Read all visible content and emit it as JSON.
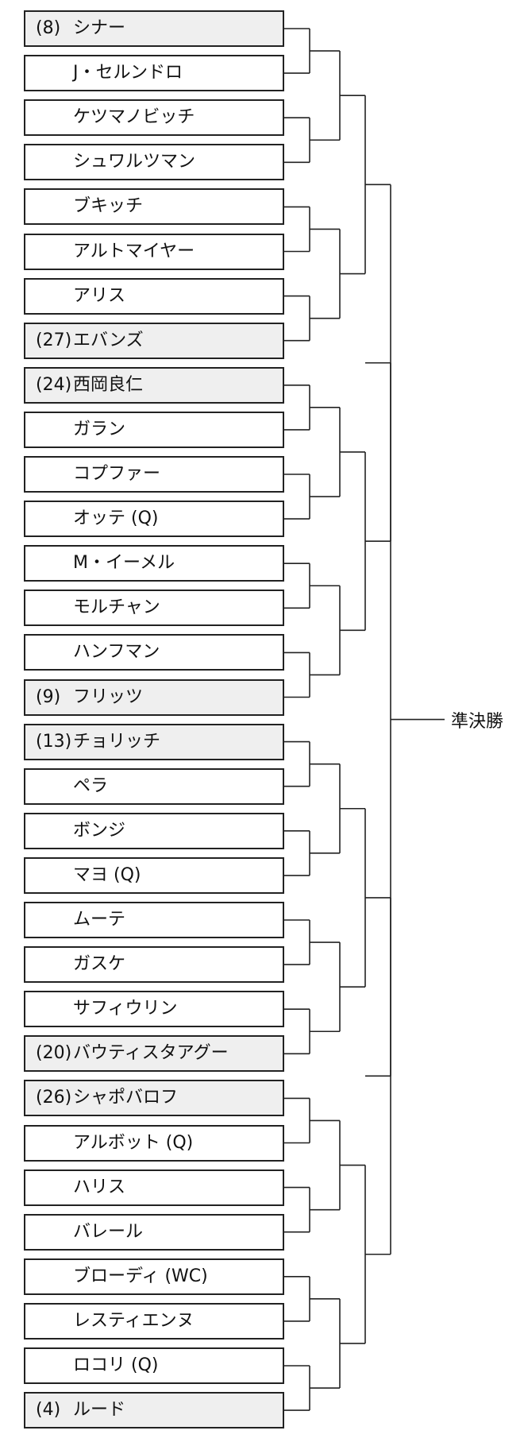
{
  "final_label": "準決勝",
  "players": [
    {
      "seed": "(8)",
      "name": "シナー",
      "seeded": true
    },
    {
      "seed": "",
      "name": "J・セルンドロ",
      "seeded": false
    },
    {
      "seed": "",
      "name": "ケツマノビッチ",
      "seeded": false
    },
    {
      "seed": "",
      "name": "シュワルツマン",
      "seeded": false
    },
    {
      "seed": "",
      "name": "ブキッチ",
      "seeded": false
    },
    {
      "seed": "",
      "name": "アルトマイヤー",
      "seeded": false
    },
    {
      "seed": "",
      "name": "アリス",
      "seeded": false
    },
    {
      "seed": "(27)",
      "name": "エバンズ",
      "seeded": true
    },
    {
      "seed": "(24)",
      "name": "西岡良仁",
      "seeded": true
    },
    {
      "seed": "",
      "name": "ガラン",
      "seeded": false
    },
    {
      "seed": "",
      "name": "コプファー",
      "seeded": false
    },
    {
      "seed": "",
      "name": "オッテ (Q)",
      "seeded": false
    },
    {
      "seed": "",
      "name": "M・イーメル",
      "seeded": false
    },
    {
      "seed": "",
      "name": "モルチャン",
      "seeded": false
    },
    {
      "seed": "",
      "name": "ハンフマン",
      "seeded": false
    },
    {
      "seed": "(9)",
      "name": "フリッツ",
      "seeded": true
    },
    {
      "seed": "(13)",
      "name": "チョリッチ",
      "seeded": true
    },
    {
      "seed": "",
      "name": "ペラ",
      "seeded": false
    },
    {
      "seed": "",
      "name": "ボンジ",
      "seeded": false
    },
    {
      "seed": "",
      "name": "マヨ (Q)",
      "seeded": false
    },
    {
      "seed": "",
      "name": "ムーテ",
      "seeded": false
    },
    {
      "seed": "",
      "name": "ガスケ",
      "seeded": false
    },
    {
      "seed": "",
      "name": "サフィウリン",
      "seeded": false
    },
    {
      "seed": "(20)",
      "name": "バウティスタアグー",
      "seeded": true
    },
    {
      "seed": "(26)",
      "name": "シャポバロフ",
      "seeded": true
    },
    {
      "seed": "",
      "name": "アルボット (Q)",
      "seeded": false
    },
    {
      "seed": "",
      "name": "ハリス",
      "seeded": false
    },
    {
      "seed": "",
      "name": "バレール",
      "seeded": false
    },
    {
      "seed": "",
      "name": "ブローディ (WC)",
      "seeded": false
    },
    {
      "seed": "",
      "name": "レスティエンヌ",
      "seeded": false
    },
    {
      "seed": "",
      "name": "ロコリ (Q)",
      "seeded": false
    },
    {
      "seed": "(4)",
      "name": "ルード",
      "seeded": true
    }
  ]
}
